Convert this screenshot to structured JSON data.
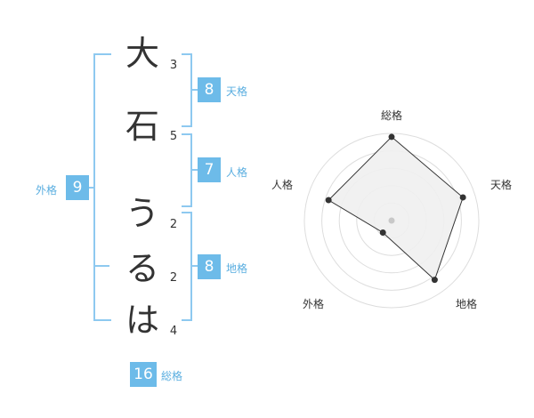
{
  "name": {
    "characters": [
      {
        "char": "大",
        "strokes": "3"
      },
      {
        "char": "石",
        "strokes": "5"
      },
      {
        "char": "う",
        "strokes": "2"
      },
      {
        "char": "る",
        "strokes": "2"
      },
      {
        "char": "は",
        "strokes": "4"
      }
    ]
  },
  "fortune": {
    "tenkaku": {
      "label": "天格",
      "value": "8"
    },
    "jinkaku": {
      "label": "人格",
      "value": "7"
    },
    "chikaku": {
      "label": "地格",
      "value": "8"
    },
    "gaikaku": {
      "label": "外格",
      "value": "9"
    },
    "soukaku": {
      "label": "総格",
      "value": "16"
    }
  },
  "radar": {
    "axes": [
      "総格",
      "天格",
      "地格",
      "外格",
      "人格"
    ],
    "levels": 5,
    "values": [
      4.8,
      4.3,
      4.2,
      0.85,
      3.8
    ],
    "fill_color": "#f0f0f0",
    "line_color": "#333333",
    "ring_color": "#dddddd"
  }
}
